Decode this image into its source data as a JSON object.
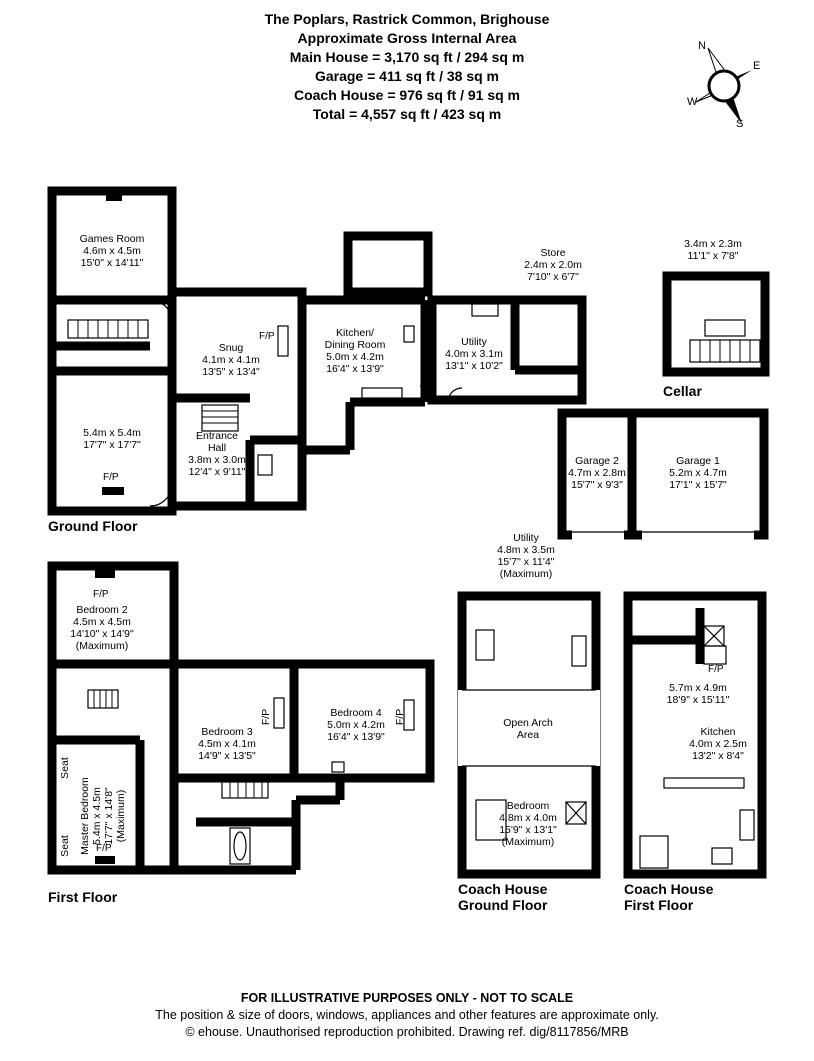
{
  "header": {
    "title": "The Poplars, Rastrick Common, Brighouse",
    "subtitle": "Approximate Gross Internal Area",
    "main_house": "Main House = 3,170 sq ft / 294 sq m",
    "garage": "Garage = 411 sq ft / 38 sq m",
    "coach_house": "Coach House = 976 sq ft / 91 sq m",
    "total": "Total = 4,557 sq ft / 423 sq m"
  },
  "compass": {
    "n": "N",
    "e": "E",
    "s": "S",
    "w": "W"
  },
  "floors": {
    "ground": "Ground Floor",
    "first": "First Floor",
    "cellar": "Cellar",
    "coach_ground_1": "Coach House",
    "coach_ground_2": "Ground Floor",
    "coach_first_1": "Coach House",
    "coach_first_2": "First Floor"
  },
  "rooms": {
    "games": {
      "name": "Games Room",
      "m": "4.6m x 4.5m",
      "ft": "15'0\" x 14'11\""
    },
    "sitting": {
      "m": "5.4m x 5.4m",
      "ft": "17'7\" x 17'7\""
    },
    "snug": {
      "name": "Snug",
      "m": "4.1m x 4.1m",
      "ft": "13'5\" x 13'4\""
    },
    "hall": {
      "name1": "Entrance",
      "name2": "Hall",
      "m": "3.8m x 3.0m",
      "ft": "12'4\" x 9'11\""
    },
    "kitchen": {
      "name1": "Kitchen/",
      "name2": "Dining Room",
      "m": "5.0m x 4.2m",
      "ft": "16'4\" x 13'9\""
    },
    "utility": {
      "name": "Utility",
      "m": "4.0m x 3.1m",
      "ft": "13'1\" x 10'2\""
    },
    "store": {
      "name": "Store",
      "m": "2.4m x 2.0m",
      "ft": "7'10\" x 6'7\""
    },
    "cellar": {
      "m": "3.4m x 2.3m",
      "ft": "11'1\" x 7'8\""
    },
    "garage2": {
      "name": "Garage 2",
      "m": "4.7m x 2.8m",
      "ft": "15'7\" x 9'3\""
    },
    "garage1": {
      "name": "Garage 1",
      "m": "5.2m x 4.7m",
      "ft": "17'1\" x 15'7\""
    },
    "bed2": {
      "name": "Bedroom 2",
      "m": "4.5m x 4.5m",
      "ft": "14'10\" x 14'9\"",
      "note": "(Maximum)"
    },
    "bed3": {
      "name": "Bedroom 3",
      "m": "4.5m x 4.1m",
      "ft": "14'9\" x 13'5\""
    },
    "bed4": {
      "name": "Bedroom 4",
      "m": "5.0m x 4.2m",
      "ft": "16'4\" x 13'9\""
    },
    "master": {
      "name": "Master Bedroom",
      "m": "5.4m x 4.5m",
      "ft": "17'7\" x 14'8\"",
      "note": "(Maximum)"
    },
    "ch_utility": {
      "name": "Utility",
      "m": "4.8m x 3.5m",
      "ft": "15'7\" x 11'4\"",
      "note": "(Maximum)"
    },
    "arch": {
      "name1": "Open Arch",
      "name2": "Area"
    },
    "ch_bed": {
      "name": "Bedroom",
      "m": "4.8m x 4.0m",
      "ft": "15'9\" x 13'1\"",
      "note": "(Maximum)"
    },
    "ch_living": {
      "m": "5.7m x 4.9m",
      "ft": "18'9\" x 15'11\""
    },
    "ch_kitchen": {
      "name": "Kitchen",
      "m": "4.0m x 2.5m",
      "ft": "13'2\" x 8'4\""
    }
  },
  "marks": {
    "fp": "F/P",
    "seat": "Seat"
  },
  "footer": {
    "line1": "FOR ILLUSTRATIVE PURPOSES ONLY - NOT TO SCALE",
    "line2": "The position & size of doors, windows, appliances and other features are approximate only.",
    "line3": "© ehouse. Unauthorised reproduction prohibited. Drawing ref. dig/8117856/MRB"
  }
}
